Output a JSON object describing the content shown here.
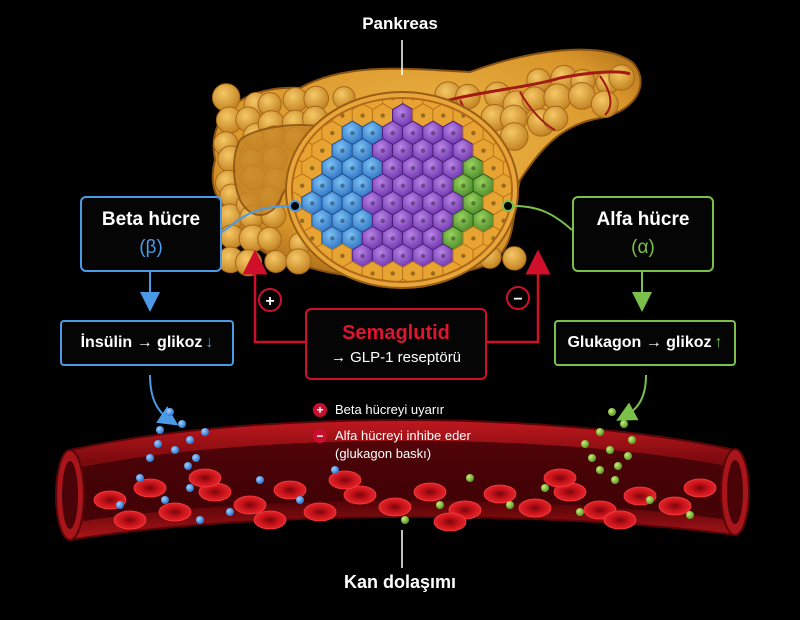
{
  "title": "Pankreas",
  "beta_box": {
    "title": "Beta hücre",
    "symbol": "(β)"
  },
  "alfa_box": {
    "title": "Alfa hücre",
    "symbol": "(α)"
  },
  "insulin_box": {
    "text": "İnsülin → glikoz",
    "arrow": "↓"
  },
  "glukagon_box": {
    "text": "Glukagon → glikoz",
    "arrow": "↑"
  },
  "semaglutid_box": {
    "title": "Semaglutid",
    "subtitle": "→ GLP-1 reseptörü"
  },
  "plus_sign": "+",
  "minus_sign": "−",
  "legend": [
    {
      "symbol": "+",
      "text": "Beta hücreyi uyarır"
    },
    {
      "symbol": "−",
      "text": "Alfa hücreyi inhibe eder",
      "text2": "(glukagon baskı)"
    }
  ],
  "vessel_label": "Kan dolaşımı",
  "colors": {
    "beta_blue": "#3a8ddc",
    "alfa_green": "#6ab04c",
    "semaglutid_red": "#d0102a",
    "pancreas": "#d99a2a",
    "islet_purple": "#8e4fc8",
    "vessel": "#9a0f14"
  }
}
